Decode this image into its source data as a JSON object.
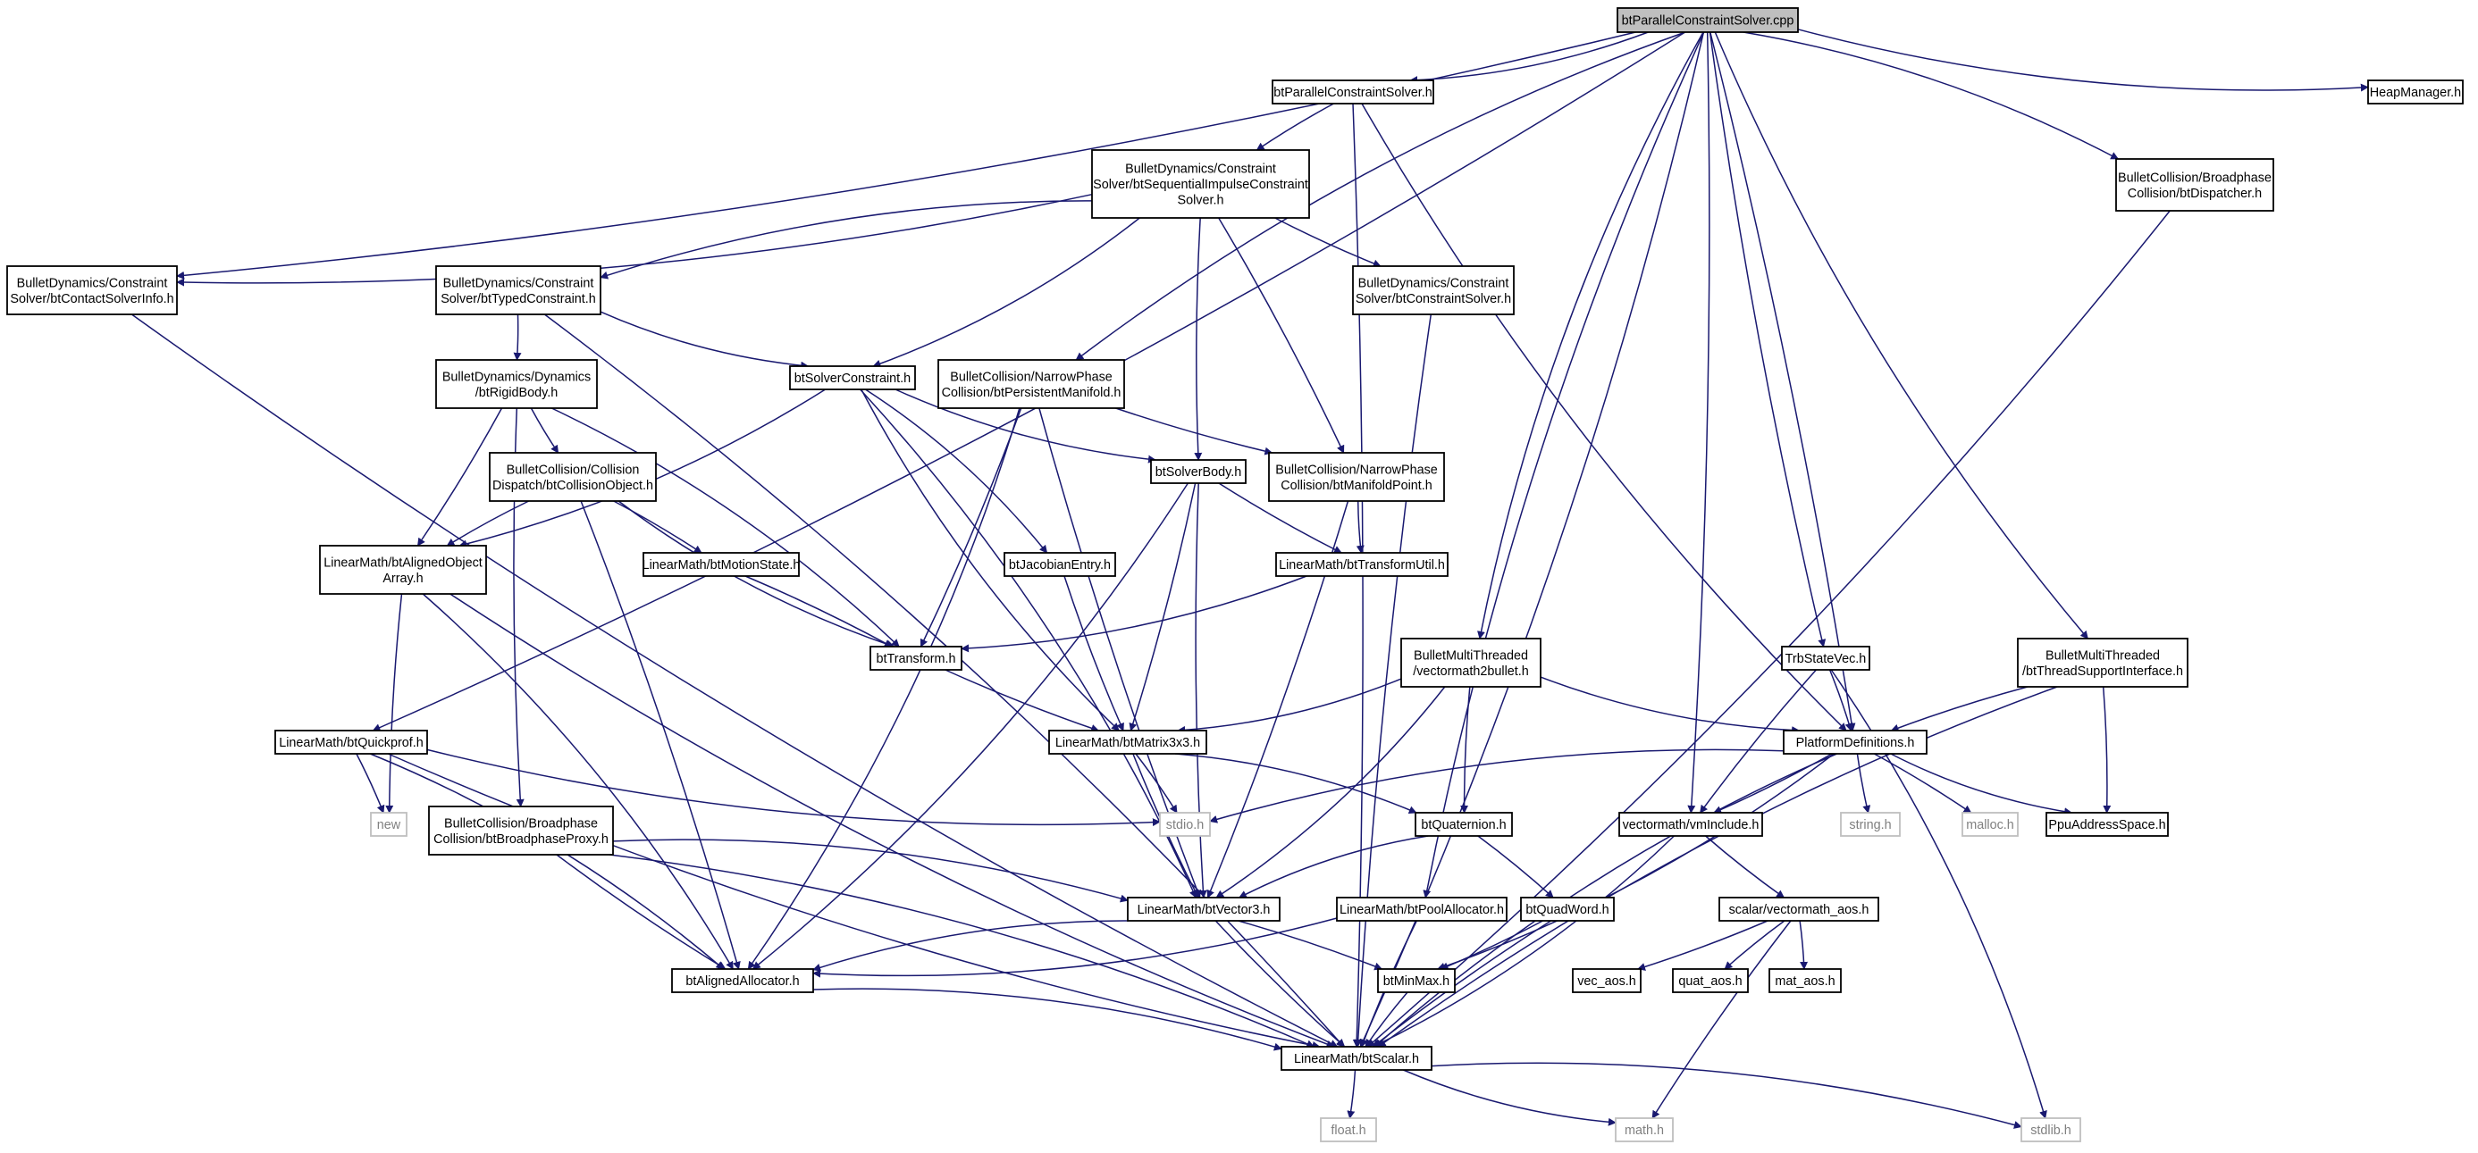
{
  "colors": {
    "edge": "#191970",
    "node_border": "#000000",
    "node_fill": "#ffffff",
    "root_fill": "#bfbfbf",
    "system_border": "#bfbfbf",
    "system_text": "#808080",
    "text": "#000000"
  },
  "nodes": [
    {
      "id": "root",
      "lines": [
        "btParallelConstraintSolver.cpp"
      ],
      "kind": "root"
    },
    {
      "id": "pcs",
      "lines": [
        "btParallelConstraintSolver.h"
      ],
      "kind": "local"
    },
    {
      "id": "heap",
      "lines": [
        "HeapManager.h"
      ],
      "kind": "local"
    },
    {
      "id": "seq",
      "lines": [
        "BulletDynamics/Constraint",
        "Solver/btSequentialImpulseConstraint",
        "Solver.h"
      ],
      "kind": "local"
    },
    {
      "id": "disp",
      "lines": [
        "BulletCollision/Broadphase",
        "Collision/btDispatcher.h"
      ],
      "kind": "local"
    },
    {
      "id": "contact",
      "lines": [
        "BulletDynamics/Constraint",
        "Solver/btContactSolverInfo.h"
      ],
      "kind": "local"
    },
    {
      "id": "typed",
      "lines": [
        "BulletDynamics/Constraint",
        "Solver/btTypedConstraint.h"
      ],
      "kind": "local"
    },
    {
      "id": "csolver",
      "lines": [
        "BulletDynamics/Constraint",
        "Solver/btConstraintSolver.h"
      ],
      "kind": "local"
    },
    {
      "id": "rigid",
      "lines": [
        "BulletDynamics/Dynamics",
        "/btRigidBody.h"
      ],
      "kind": "local"
    },
    {
      "id": "sconst",
      "lines": [
        "btSolverConstraint.h"
      ],
      "kind": "local"
    },
    {
      "id": "persist",
      "lines": [
        "BulletCollision/NarrowPhase",
        "Collision/btPersistentManifold.h"
      ],
      "kind": "local"
    },
    {
      "id": "collobj",
      "lines": [
        "BulletCollision/Collision",
        "Dispatch/btCollisionObject.h"
      ],
      "kind": "local"
    },
    {
      "id": "sbody",
      "lines": [
        "btSolverBody.h"
      ],
      "kind": "local"
    },
    {
      "id": "mpoint",
      "lines": [
        "BulletCollision/NarrowPhase",
        "Collision/btManifoldPoint.h"
      ],
      "kind": "local"
    },
    {
      "id": "aoa",
      "lines": [
        "LinearMath/btAlignedObject",
        "Array.h"
      ],
      "kind": "local"
    },
    {
      "id": "motion",
      "lines": [
        "LinearMath/btMotionState.h"
      ],
      "kind": "local"
    },
    {
      "id": "jacob",
      "lines": [
        "btJacobianEntry.h"
      ],
      "kind": "local"
    },
    {
      "id": "tutil",
      "lines": [
        "LinearMath/btTransformUtil.h"
      ],
      "kind": "local"
    },
    {
      "id": "transform",
      "lines": [
        "btTransform.h"
      ],
      "kind": "local"
    },
    {
      "id": "vm2b",
      "lines": [
        "BulletMultiThreaded",
        "/vectormath2bullet.h"
      ],
      "kind": "local"
    },
    {
      "id": "trb",
      "lines": [
        "TrbStateVec.h"
      ],
      "kind": "local"
    },
    {
      "id": "tsi",
      "lines": [
        "BulletMultiThreaded",
        "/btThreadSupportInterface.h"
      ],
      "kind": "local"
    },
    {
      "id": "qprof",
      "lines": [
        "LinearMath/btQuickprof.h"
      ],
      "kind": "local"
    },
    {
      "id": "m3",
      "lines": [
        "LinearMath/btMatrix3x3.h"
      ],
      "kind": "local"
    },
    {
      "id": "platdef",
      "lines": [
        "PlatformDefinitions.h"
      ],
      "kind": "local"
    },
    {
      "id": "new",
      "lines": [
        "new"
      ],
      "kind": "system"
    },
    {
      "id": "bproxy",
      "lines": [
        "BulletCollision/Broadphase",
        "Collision/btBroadphaseProxy.h"
      ],
      "kind": "local"
    },
    {
      "id": "stdio",
      "lines": [
        "stdio.h"
      ],
      "kind": "system"
    },
    {
      "id": "quat",
      "lines": [
        "btQuaternion.h"
      ],
      "kind": "local"
    },
    {
      "id": "vminc",
      "lines": [
        "vectormath/vmInclude.h"
      ],
      "kind": "local"
    },
    {
      "id": "string",
      "lines": [
        "string.h"
      ],
      "kind": "system"
    },
    {
      "id": "malloc",
      "lines": [
        "malloc.h"
      ],
      "kind": "system"
    },
    {
      "id": "ppu",
      "lines": [
        "PpuAddressSpace.h"
      ],
      "kind": "local"
    },
    {
      "id": "vec3",
      "lines": [
        "LinearMath/btVector3.h"
      ],
      "kind": "local"
    },
    {
      "id": "pool",
      "lines": [
        "LinearMath/btPoolAllocator.h"
      ],
      "kind": "local"
    },
    {
      "id": "qword",
      "lines": [
        "btQuadWord.h"
      ],
      "kind": "local"
    },
    {
      "id": "vaos",
      "lines": [
        "scalar/vectormath_aos.h"
      ],
      "kind": "local"
    },
    {
      "id": "alloc",
      "lines": [
        "btAlignedAllocator.h"
      ],
      "kind": "local"
    },
    {
      "id": "minmax",
      "lines": [
        "btMinMax.h"
      ],
      "kind": "local"
    },
    {
      "id": "vec_aos",
      "lines": [
        "vec_aos.h"
      ],
      "kind": "local"
    },
    {
      "id": "quat_aos",
      "lines": [
        "quat_aos.h"
      ],
      "kind": "local"
    },
    {
      "id": "mat_aos",
      "lines": [
        "mat_aos.h"
      ],
      "kind": "local"
    },
    {
      "id": "scalar",
      "lines": [
        "LinearMath/btScalar.h"
      ],
      "kind": "local"
    },
    {
      "id": "float",
      "lines": [
        "float.h"
      ],
      "kind": "system"
    },
    {
      "id": "math",
      "lines": [
        "math.h"
      ],
      "kind": "system"
    },
    {
      "id": "stdlib",
      "lines": [
        "stdlib.h"
      ],
      "kind": "system"
    }
  ],
  "edges": [
    [
      "root",
      "pcs"
    ],
    [
      "root",
      "heap"
    ],
    [
      "root",
      "contact"
    ],
    [
      "root",
      "persist"
    ],
    [
      "root",
      "qprof"
    ],
    [
      "root",
      "vm2b"
    ],
    [
      "root",
      "vminc"
    ],
    [
      "root",
      "trb"
    ],
    [
      "root",
      "platdef"
    ],
    [
      "root",
      "tsi"
    ],
    [
      "root",
      "disp"
    ],
    [
      "root",
      "pool"
    ],
    [
      "root",
      "scalar"
    ],
    [
      "pcs",
      "seq"
    ],
    [
      "pcs",
      "scalar"
    ],
    [
      "pcs",
      "platdef"
    ],
    [
      "seq",
      "contact"
    ],
    [
      "seq",
      "typed"
    ],
    [
      "seq",
      "sconst"
    ],
    [
      "seq",
      "sbody"
    ],
    [
      "seq",
      "mpoint"
    ],
    [
      "seq",
      "csolver"
    ],
    [
      "disp",
      "scalar"
    ],
    [
      "contact",
      "scalar"
    ],
    [
      "typed",
      "rigid"
    ],
    [
      "typed",
      "sconst"
    ],
    [
      "typed",
      "scalar"
    ],
    [
      "csolver",
      "scalar"
    ],
    [
      "rigid",
      "aoa"
    ],
    [
      "rigid",
      "collobj"
    ],
    [
      "rigid",
      "transform"
    ],
    [
      "rigid",
      "bproxy"
    ],
    [
      "sconst",
      "aoa"
    ],
    [
      "sconst",
      "sbody"
    ],
    [
      "sconst",
      "jacob"
    ],
    [
      "sconst",
      "m3"
    ],
    [
      "sconst",
      "vec3"
    ],
    [
      "persist",
      "mpoint"
    ],
    [
      "persist",
      "transform"
    ],
    [
      "persist",
      "vec3"
    ],
    [
      "persist",
      "alloc"
    ],
    [
      "collobj",
      "aoa"
    ],
    [
      "collobj",
      "motion"
    ],
    [
      "collobj",
      "transform"
    ],
    [
      "collobj",
      "alloc"
    ],
    [
      "sbody",
      "tutil"
    ],
    [
      "sbody",
      "m3"
    ],
    [
      "sbody",
      "vec3"
    ],
    [
      "sbody",
      "alloc"
    ],
    [
      "mpoint",
      "tutil"
    ],
    [
      "mpoint",
      "vec3"
    ],
    [
      "aoa",
      "new"
    ],
    [
      "aoa",
      "alloc"
    ],
    [
      "aoa",
      "scalar"
    ],
    [
      "motion",
      "transform"
    ],
    [
      "jacob",
      "m3"
    ],
    [
      "tutil",
      "transform"
    ],
    [
      "transform",
      "m3"
    ],
    [
      "vm2b",
      "m3"
    ],
    [
      "vm2b",
      "quat"
    ],
    [
      "vm2b",
      "vec3"
    ],
    [
      "vm2b",
      "platdef"
    ],
    [
      "trb",
      "platdef"
    ],
    [
      "trb",
      "vminc"
    ],
    [
      "trb",
      "stdlib"
    ],
    [
      "tsi",
      "platdef"
    ],
    [
      "tsi",
      "ppu"
    ],
    [
      "tsi",
      "scalar"
    ],
    [
      "qprof",
      "new"
    ],
    [
      "qprof",
      "stdio"
    ],
    [
      "qprof",
      "alloc"
    ],
    [
      "qprof",
      "scalar"
    ],
    [
      "m3",
      "stdio"
    ],
    [
      "m3",
      "vec3"
    ],
    [
      "m3",
      "quat"
    ],
    [
      "platdef",
      "stdio"
    ],
    [
      "platdef",
      "vminc"
    ],
    [
      "platdef",
      "string"
    ],
    [
      "platdef",
      "malloc"
    ],
    [
      "platdef",
      "ppu"
    ],
    [
      "platdef",
      "minmax"
    ],
    [
      "platdef",
      "scalar"
    ],
    [
      "bproxy",
      "vec3"
    ],
    [
      "bproxy",
      "alloc"
    ],
    [
      "bproxy",
      "scalar"
    ],
    [
      "quat",
      "vec3"
    ],
    [
      "quat",
      "qword"
    ],
    [
      "vminc",
      "vaos"
    ],
    [
      "vminc",
      "scalar"
    ],
    [
      "vec3",
      "alloc"
    ],
    [
      "vec3",
      "minmax"
    ],
    [
      "vec3",
      "scalar"
    ],
    [
      "pool",
      "alloc"
    ],
    [
      "pool",
      "scalar"
    ],
    [
      "qword",
      "minmax"
    ],
    [
      "qword",
      "scalar"
    ],
    [
      "vaos",
      "vec_aos"
    ],
    [
      "vaos",
      "quat_aos"
    ],
    [
      "vaos",
      "mat_aos"
    ],
    [
      "vaos",
      "math"
    ],
    [
      "alloc",
      "scalar"
    ],
    [
      "minmax",
      "scalar"
    ],
    [
      "scalar",
      "float"
    ],
    [
      "scalar",
      "math"
    ],
    [
      "scalar",
      "stdlib"
    ]
  ]
}
